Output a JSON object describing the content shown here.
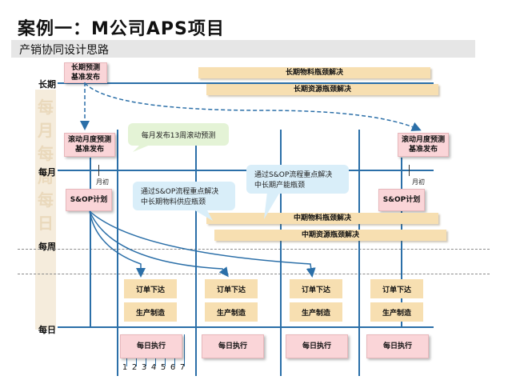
{
  "page": {
    "title": "案例一：M公司APS项目",
    "subtitle": "产销协同设计思路"
  },
  "lanes": {
    "long_term": "长期",
    "monthly": "每月",
    "weekly": "每周",
    "daily": "每日",
    "watermark_chars": "每月每周每日"
  },
  "boxes": {
    "long_forecast": "长期预测\n基准发布",
    "rolling_forecast_1": "滚动月度预测\n基准发布",
    "rolling_forecast_2": "滚动月度预测\n基准发布",
    "sop_plan_1": "S&OP计划",
    "sop_plan_2": "S&OP计划"
  },
  "bars": {
    "long_material": "长期物料瓶颈解决",
    "long_resource": "长期资源瓶颈解决",
    "mid_material": "中期物料瓶颈解决",
    "mid_resource": "中期资源瓶颈解决"
  },
  "callouts": {
    "monthly_release": "每月发布13周滚动预测",
    "sop_supply_1": "通过S&OP流程重点解决",
    "sop_supply_2": "中长期物料供应瓶颈",
    "sop_capacity_1": "通过S&OP流程重点解决",
    "sop_capacity_2": "中长期产能瓶颈"
  },
  "month_start": "月初",
  "week_blocks": [
    {
      "order": "订单下达",
      "production": "生产制造",
      "execution": "每日执行"
    },
    {
      "order": "订单下达",
      "production": "生产制造",
      "execution": "每日执行"
    },
    {
      "order": "订单下达",
      "production": "生产制造",
      "execution": "每日执行"
    },
    {
      "order": "订单下达",
      "production": "生产制造",
      "execution": "每日执行"
    }
  ],
  "days": [
    "1",
    "2",
    "3",
    "4",
    "5",
    "6",
    "7"
  ],
  "colors": {
    "axis_blue": "#2b6fa8",
    "pink_box": "#fad5d8",
    "tan_bar": "#f7dfb1",
    "green_callout": "#e4f3d6",
    "blue_callout": "#d9eef9"
  }
}
